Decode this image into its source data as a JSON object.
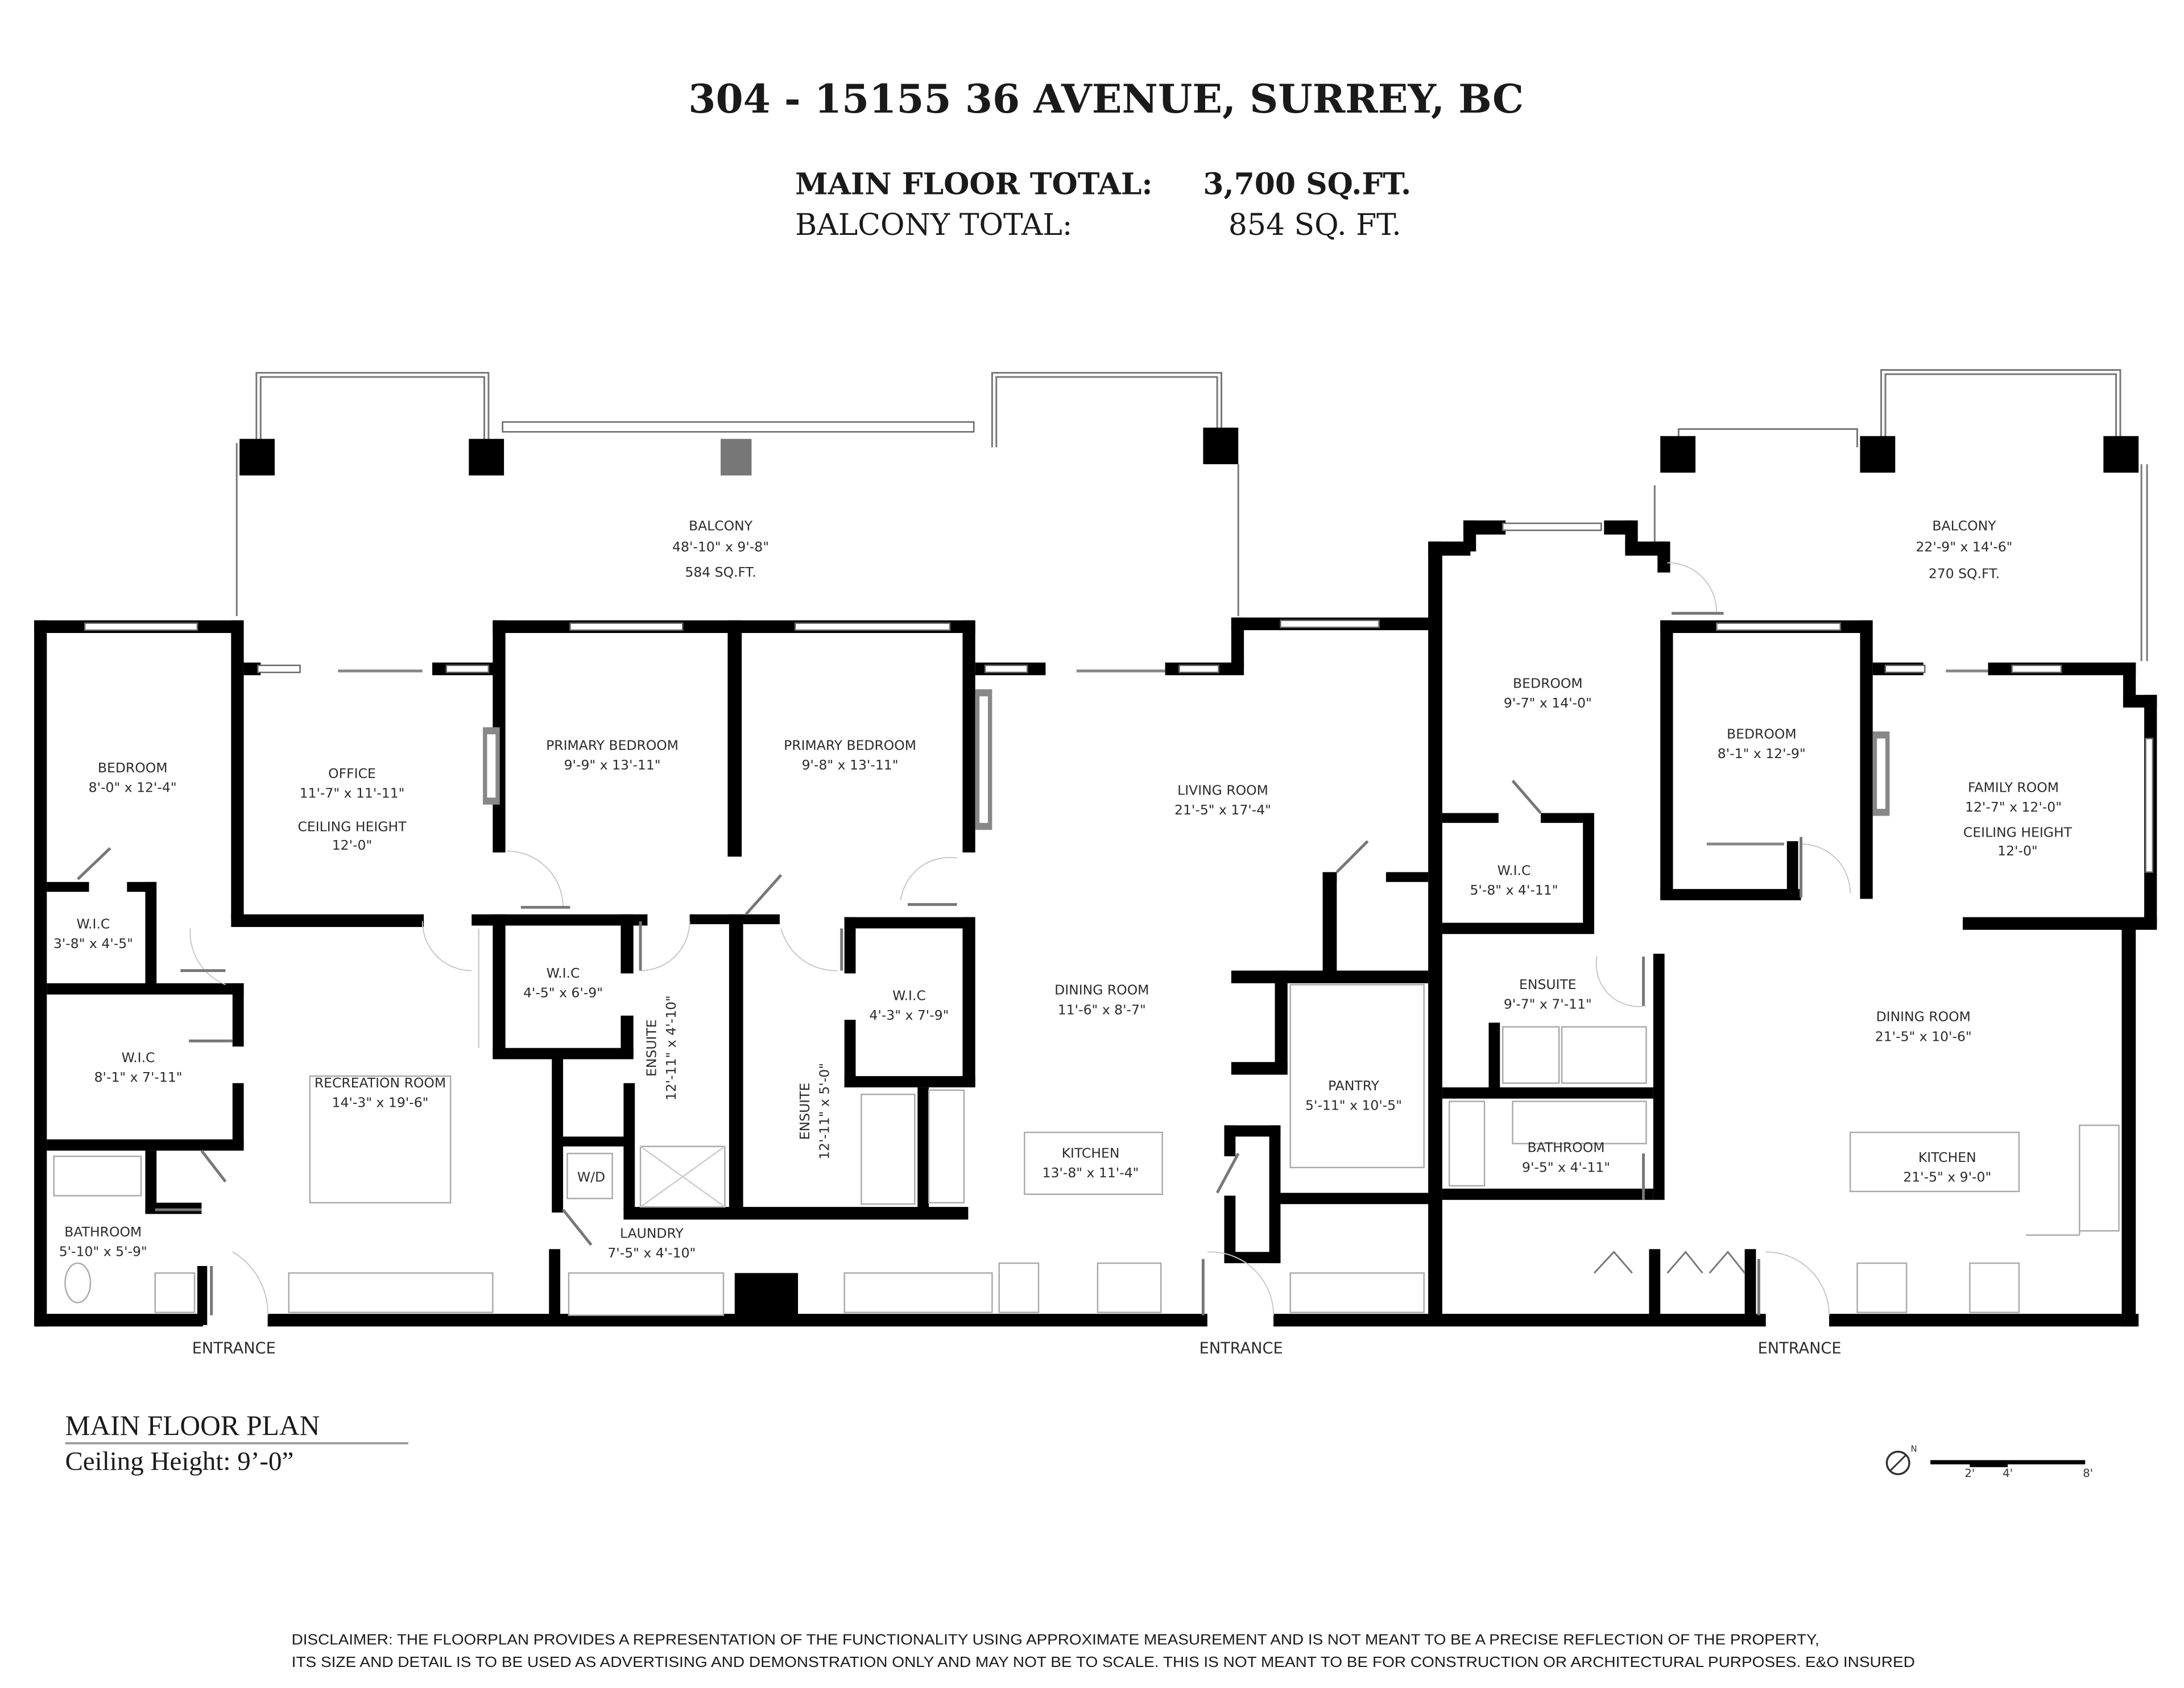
{
  "header": {
    "address": "304 - 15155 36 AVENUE, SURREY, BC",
    "main_floor_label": "MAIN FLOOR TOTAL:",
    "main_floor_value": "3,700 SQ.FT.",
    "balcony_label": "BALCONY TOTAL:",
    "balcony_value": "854 SQ. FT."
  },
  "rooms": {
    "balcony_left": {
      "name": "BALCONY",
      "size": "48'-10\" x 9'-8\"",
      "area": "584 SQ.FT."
    },
    "balcony_right": {
      "name": "BALCONY",
      "size": "22'-9\" x 14'-6\"",
      "area": "270 SQ.FT."
    },
    "bedroom_1": {
      "name": "BEDROOM",
      "size": "8'-0\" x 12'-4\""
    },
    "office": {
      "name": "OFFICE",
      "size": "11'-7\" x 11'-11\"",
      "ceiling_label": "CEILING HEIGHT",
      "ceiling_value": "12'-0\""
    },
    "primary_bedroom_1": {
      "name": "PRIMARY BEDROOM",
      "size": "9'-9\" x 13'-11\""
    },
    "primary_bedroom_2": {
      "name": "PRIMARY BEDROOM",
      "size": "9'-8\" x 13'-11\""
    },
    "wic_1": {
      "name": "W.I.C",
      "size": "3'-8\" x 4'-5\""
    },
    "wic_2": {
      "name": "W.I.C",
      "size": "8'-1\" x 7'-11\""
    },
    "wic_3": {
      "name": "W.I.C",
      "size": "4'-5\" x 6'-9\""
    },
    "wic_4": {
      "name": "W.I.C",
      "size": "4'-3\" x 7'-9\""
    },
    "wic_5": {
      "name": "W.I.C",
      "size": "5'-8\" x 4'-11\""
    },
    "ensuite_1": {
      "name": "ENSUITE",
      "size": "12'-11\" x 4'-10\""
    },
    "ensuite_2": {
      "name": "ENSUITE",
      "size": "12'-11\" x 5'-0\""
    },
    "ensuite_3": {
      "name": "ENSUITE",
      "size": "9'-7\" x 7'-11\""
    },
    "recreation_room": {
      "name": "RECREATION ROOM",
      "size": "14'-3\" x 19'-6\""
    },
    "bathroom_1": {
      "name": "BATHROOM",
      "size": "5'-10\" x 5'-9\""
    },
    "bathroom_2": {
      "name": "BATHROOM",
      "size": "9'-5\" x 4'-11\""
    },
    "laundry": {
      "name": "LAUNDRY",
      "size": "7'-5\" x 4'-10\"",
      "appliance": "W/D"
    },
    "living_room": {
      "name": "LIVING ROOM",
      "size": "21'-5\" x 17'-4\""
    },
    "dining_room_1": {
      "name": "DINING ROOM",
      "size": "11'-6\" x 8'-7\""
    },
    "kitchen_1": {
      "name": "KITCHEN",
      "size": "13'-8\" x 11'-4\""
    },
    "pantry": {
      "name": "PANTRY",
      "size": "5'-11\" x 10'-5\""
    },
    "bedroom_2": {
      "name": "BEDROOM",
      "size": "9'-7\" x 14'-0\""
    },
    "bedroom_3": {
      "name": "BEDROOM",
      "size": "8'-1\" x 12'-9\""
    },
    "family_room": {
      "name": "FAMILY ROOM",
      "size": "12'-7\" x 12'-0\"",
      "ceiling_label": "CEILING HEIGHT",
      "ceiling_value": "12'-0\""
    },
    "dining_room_2": {
      "name": "DINING ROOM",
      "size": "21'-5\" x 10'-6\""
    },
    "kitchen_2": {
      "name": "KITCHEN",
      "size": "21'-5\" x 9'-0\""
    }
  },
  "entrances": [
    "ENTRANCE",
    "ENTRANCE",
    "ENTRANCE"
  ],
  "plan_info": {
    "title": "MAIN FLOOR PLAN",
    "ceiling": "Ceiling Height: 9’-0”"
  },
  "scale_bar": {
    "icon": "north-arrow-icon",
    "ticks": [
      "2'",
      "4'",
      "8'"
    ]
  },
  "disclaimer": {
    "line1": "DISCLAIMER: THE FLOORPLAN PROVIDES A REPRESENTATION OF THE FUNCTIONALITY USING APPROXIMATE MEASUREMENT AND IS NOT MEANT TO BE A PRECISE REFLECTION OF THE PROPERTY,",
    "line2": "ITS SIZE AND DETAIL IS TO BE USED AS ADVERTISING AND DEMONSTRATION ONLY AND MAY NOT BE TO SCALE. THIS IS NOT MEANT TO BE FOR CONSTRUCTION OR ARCHITECTURAL PURPOSES. E&O INSURED"
  }
}
